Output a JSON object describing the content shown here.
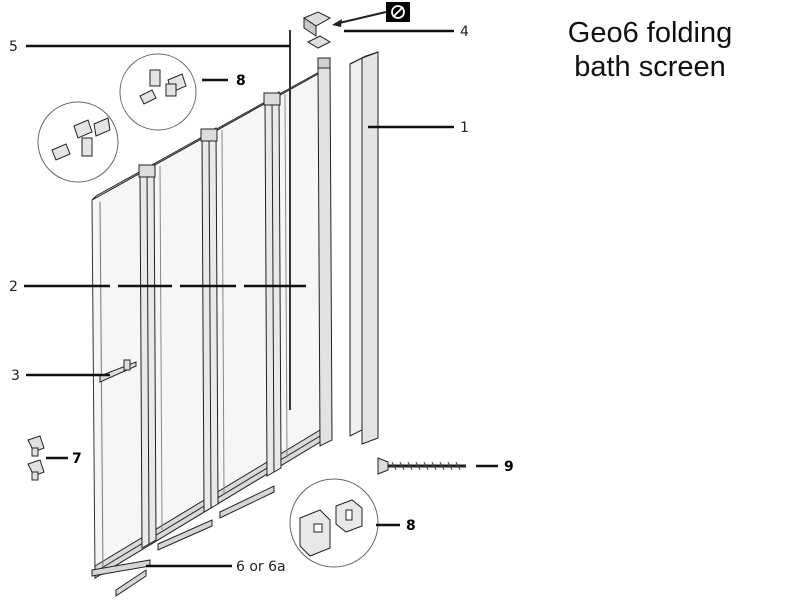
{
  "title": {
    "line1": "Geo6 folding",
    "line2": "bath screen"
  },
  "callouts": {
    "c1": "1",
    "c2": "2",
    "c3": "3",
    "c4": "4",
    "c5": "5",
    "c6": "6 or 6a",
    "c7": "7",
    "c8_top": "8",
    "c8_bottom": "8",
    "c9": "9"
  },
  "parts": [
    "wall-profile",
    "glass-panels",
    "handle",
    "end-cap-with-no-entry-symbol",
    "vertical-rod",
    "bottom-seal",
    "small-clips",
    "hinge-blocks",
    "screw"
  ],
  "symbols": {
    "no_entry": "Ø"
  },
  "colors": {
    "line": "#222222",
    "glass": "#f3f3f3",
    "frame": "#9a9a9a",
    "profile_fill": "#eeeeee"
  }
}
